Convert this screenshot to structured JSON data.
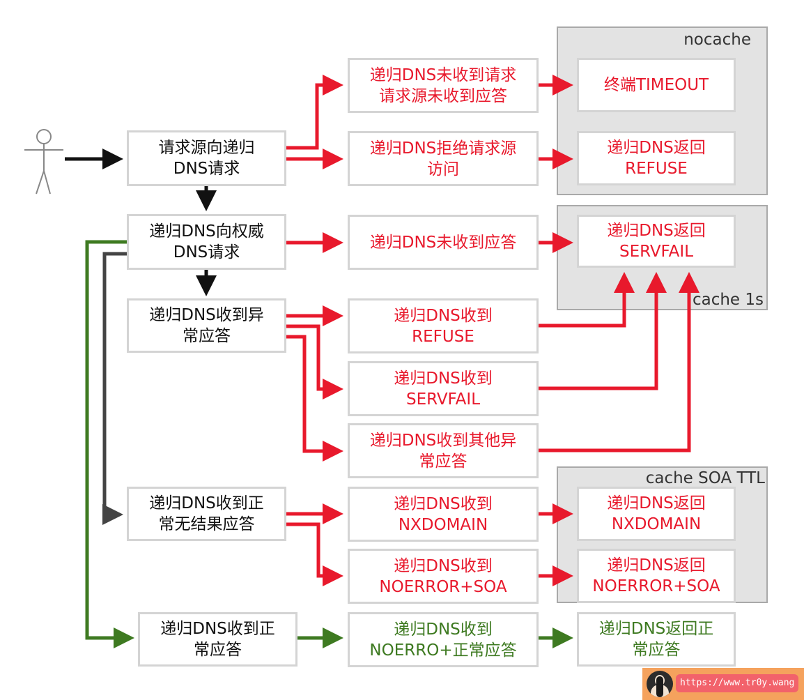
{
  "colors": {
    "error": "#e8192c",
    "normal_flow": "#111111",
    "nxdomain_branch": "#444444",
    "success": "#3e7a21",
    "group_bg": "#e3e3e3",
    "node_border": "#d4d4d4"
  },
  "actor": {
    "icon": "stick-figure-user-icon"
  },
  "groups": {
    "nocache": {
      "label": "nocache"
    },
    "cache_1s": {
      "label": "cache 1s"
    },
    "cache_soa_ttl": {
      "label": "cache SOA TTL"
    }
  },
  "nodes": {
    "client_request": "请求源向递归\nDNS请求",
    "recursive_to_auth": "递归DNS向权威\nDNS请求",
    "recv_abnormal": "递归DNS收到异\n常应答",
    "recv_empty": "递归DNS收到正\n常无结果应答",
    "recv_normal": "递归DNS收到正\n常应答",
    "no_request_received": "递归DNS未收到请求\n请求源未收到应答",
    "refuse_client": "递归DNS拒绝请求源\n访问",
    "no_response_received": "递归DNS未收到应答",
    "recv_refuse": "递归DNS收到\nREFUSE",
    "recv_servfail": "递归DNS收到\nSERVFAIL",
    "recv_other_abnormal": "递归DNS收到其他异\n常应答",
    "recv_nxdomain": "递归DNS收到\nNXDOMAIN",
    "recv_noerror_soa": "递归DNS收到\nNOERROR+SOA",
    "recv_noerror_ok": "递归DNS收到\nNOERRO+正常应答",
    "out_timeout": "终端TIMEOUT",
    "out_refuse": "递归DNS返回\nREFUSE",
    "out_servfail": "递归DNS返回\nSERVFAIL",
    "out_nxdomain": "递归DNS返回\nNXDOMAIN",
    "out_noerror_soa": "递归DNS返回\nNOERROR+SOA",
    "out_normal": "递归DNS返回正\n常应答"
  },
  "watermark": {
    "url": "https://www.tr0y.wang"
  }
}
